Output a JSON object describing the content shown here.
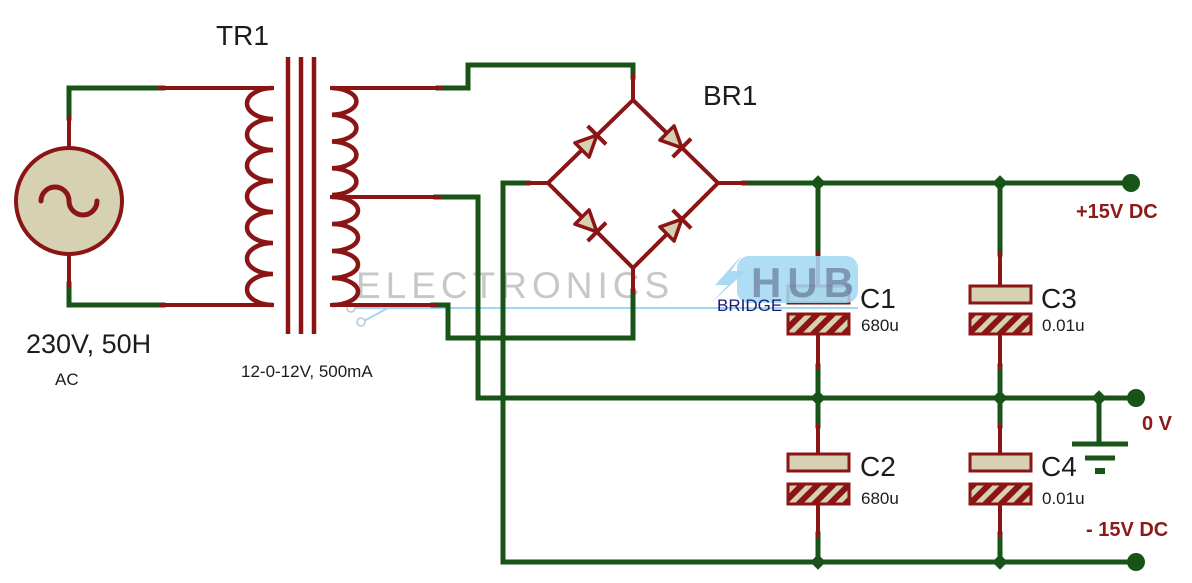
{
  "source": {
    "rating": "230V, 50H",
    "type": "AC"
  },
  "transformer": {
    "ref": "TR1",
    "spec": "12-0-12V, 500mA"
  },
  "bridge": {
    "ref": "BR1",
    "type_label": "BRIDGE"
  },
  "capacitors": {
    "c1": {
      "ref": "C1",
      "value": "680u"
    },
    "c2": {
      "ref": "C2",
      "value": "680u"
    },
    "c3": {
      "ref": "C3",
      "value": "0.01u"
    },
    "c4": {
      "ref": "C4",
      "value": "0.01u"
    }
  },
  "outputs": {
    "positive": "+15V DC",
    "zero": "0 V",
    "negative": "- 15V DC"
  },
  "watermark": {
    "brand_first": "ELECTRONICS",
    "brand_second": "HUB"
  },
  "colors": {
    "wire_green": "#185318",
    "component_maroon": "#8b1414",
    "capacitor_fill_beige": "#d6d1b2",
    "label_black": "#1c1c1c",
    "output_label_maroon": "#8b1a1a",
    "bridge_label_blue": "#181878",
    "watermark_gray": "#c7c7c7",
    "watermark_blue": "#a5d8f2"
  }
}
